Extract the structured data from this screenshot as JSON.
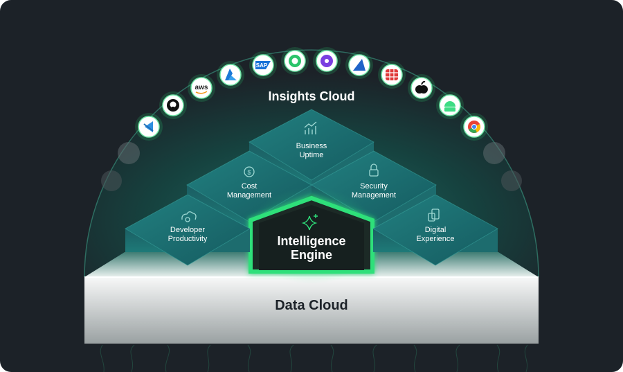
{
  "insights_cloud": "Insights Cloud",
  "data_cloud": "Data Cloud",
  "intelligence_engine": {
    "line1": "Intelligence",
    "line2": "Engine",
    "icon": "sparkle-icon"
  },
  "tiles": {
    "business_uptime": {
      "line1": "Business",
      "line2": "Uptime",
      "icon": "trend-chart-icon"
    },
    "cost_management": {
      "line1": "Cost",
      "line2": "Management",
      "icon": "dollar-icon"
    },
    "security_management": {
      "line1": "Security",
      "line2": "Management",
      "icon": "lock-icon"
    },
    "developer_productivity": {
      "line1": "Developer",
      "line2": "Productivity",
      "icon": "cloud-gear-icon"
    },
    "digital_experience": {
      "line1": "Digital",
      "line2": "Experience",
      "icon": "devices-icon"
    }
  },
  "integrations": [
    {
      "name": "vscode-icon",
      "label": ""
    },
    {
      "name": "github-icon",
      "label": ""
    },
    {
      "name": "aws-icon",
      "label": "aws"
    },
    {
      "name": "azure-icon",
      "label": ""
    },
    {
      "name": "sap-icon",
      "label": "SAP"
    },
    {
      "name": "circle-app-icon",
      "label": ""
    },
    {
      "name": "purple-app-icon",
      "label": ""
    },
    {
      "name": "shark-app-icon",
      "label": ""
    },
    {
      "name": "fortinet-icon",
      "label": ""
    },
    {
      "name": "apple-icon",
      "label": ""
    },
    {
      "name": "android-icon",
      "label": ""
    },
    {
      "name": "chrome-icon",
      "label": ""
    }
  ],
  "colors": {
    "background": "#1c2228",
    "accent": "#2ee07a",
    "tile": "#1a6e74",
    "dome": "#173b3a"
  }
}
